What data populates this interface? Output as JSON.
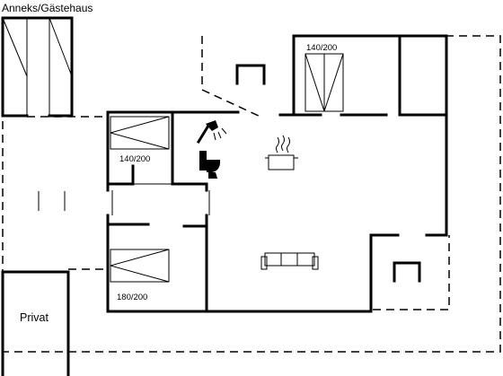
{
  "labels": {
    "annex": "Anneks/Gästehaus",
    "private": "Privat",
    "bed_top": "140/200",
    "bed_left_upper": "140/200",
    "bed_left_lower": "180/200"
  },
  "icons": [
    "shower-icon",
    "toilet-icon",
    "cooking-pot-icon",
    "sofa-icon",
    "bed-icon",
    "wardrobe-icon",
    "stove-icon"
  ]
}
